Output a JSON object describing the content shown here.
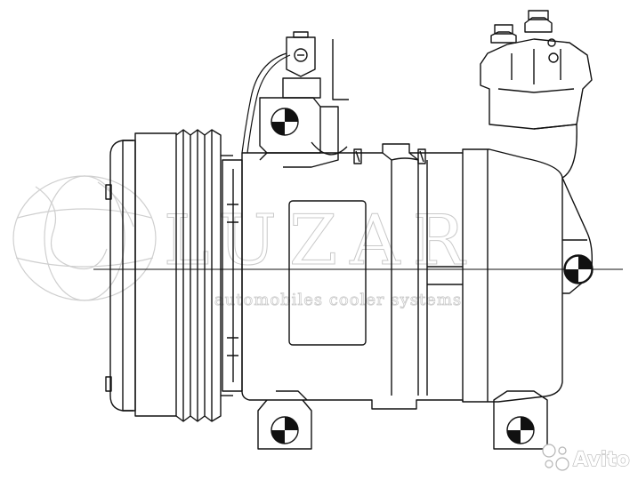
{
  "image": {
    "subject": "Automotive A/C compressor line drawing",
    "colors": {
      "line": "#111111",
      "watermark": "#c9c9c9",
      "background": "#ffffff"
    }
  },
  "watermark": {
    "brand": "LUZAR",
    "tagline": "automobiles cooler systems",
    "icon": "globe-logo-icon"
  },
  "marketplace_badge": {
    "text": "Avito",
    "icon": "avito-dots-icon"
  }
}
